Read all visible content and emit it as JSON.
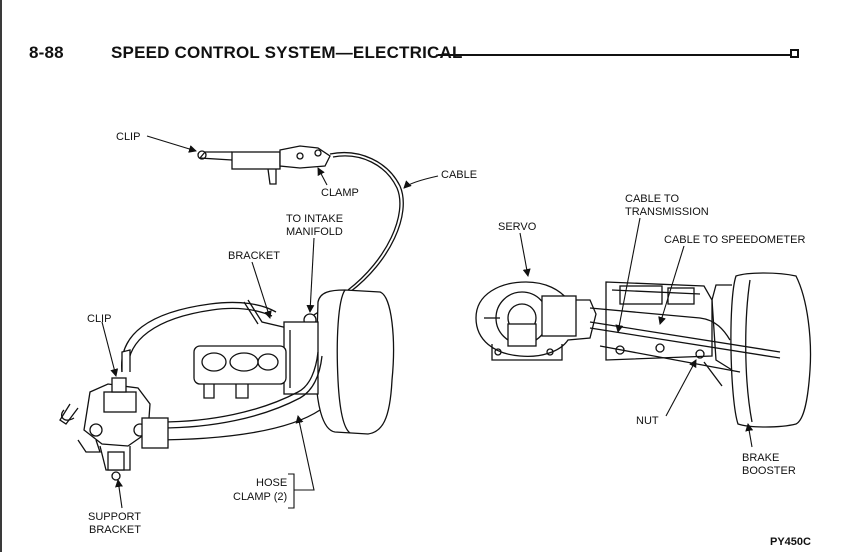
{
  "header": {
    "page_number": "8-88",
    "title": "SPEED CONTROL SYSTEM—ELECTRICAL"
  },
  "labels": {
    "clip_top": "CLIP",
    "clamp": "CLAMP",
    "cable": "CABLE",
    "to_intake_line1": "TO INTAKE",
    "to_intake_line2": "MANIFOLD",
    "bracket": "BRACKET",
    "clip_left": "CLIP",
    "hose_line1": "HOSE",
    "hose_line2": "CLAMP (2)",
    "support_line1": "SUPPORT",
    "support_line2": "BRACKET",
    "servo": "SERVO",
    "cable_trans_line1": "CABLE TO",
    "cable_trans_line2": "TRANSMISSION",
    "cable_speedo": "CABLE TO SPEEDOMETER",
    "nut": "NUT",
    "brake_line1": "BRAKE",
    "brake_line2": "BOOSTER"
  },
  "figure_id": "PY450C"
}
